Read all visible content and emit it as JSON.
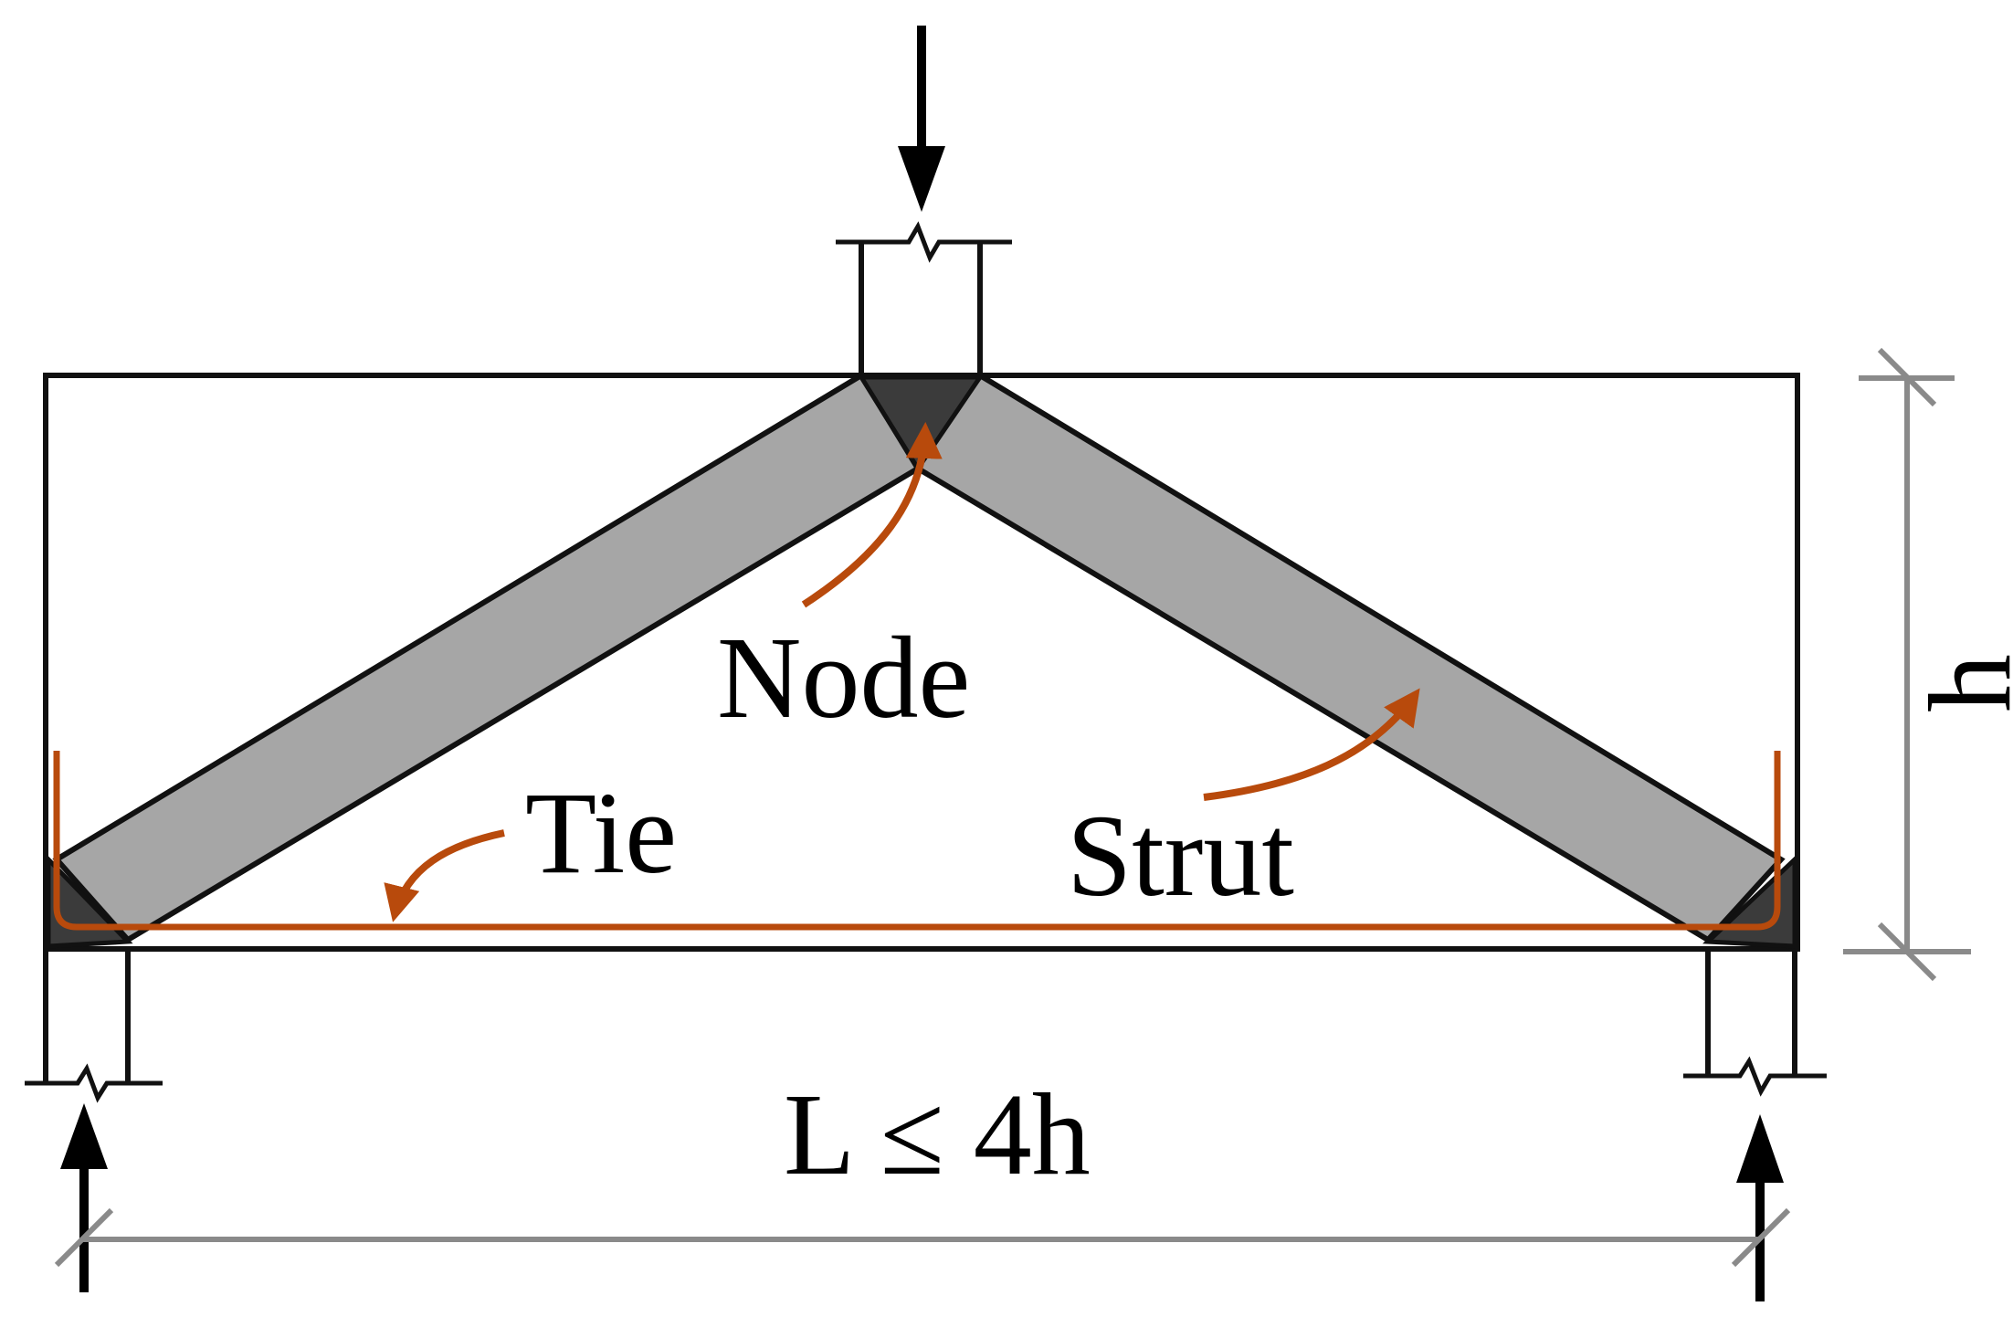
{
  "labels": {
    "node": "Node",
    "tie": "Tie",
    "strut": "Strut",
    "height": "h",
    "span": "L ≤ 4h"
  },
  "colors": {
    "outline": "#111111",
    "strut_fill": "#a6a6a6",
    "node_fill": "#3b3b3b",
    "tie_and_pointers": "#b84a0c",
    "dimension_lines": "#8a8a8a",
    "load_arrows": "#000000"
  }
}
